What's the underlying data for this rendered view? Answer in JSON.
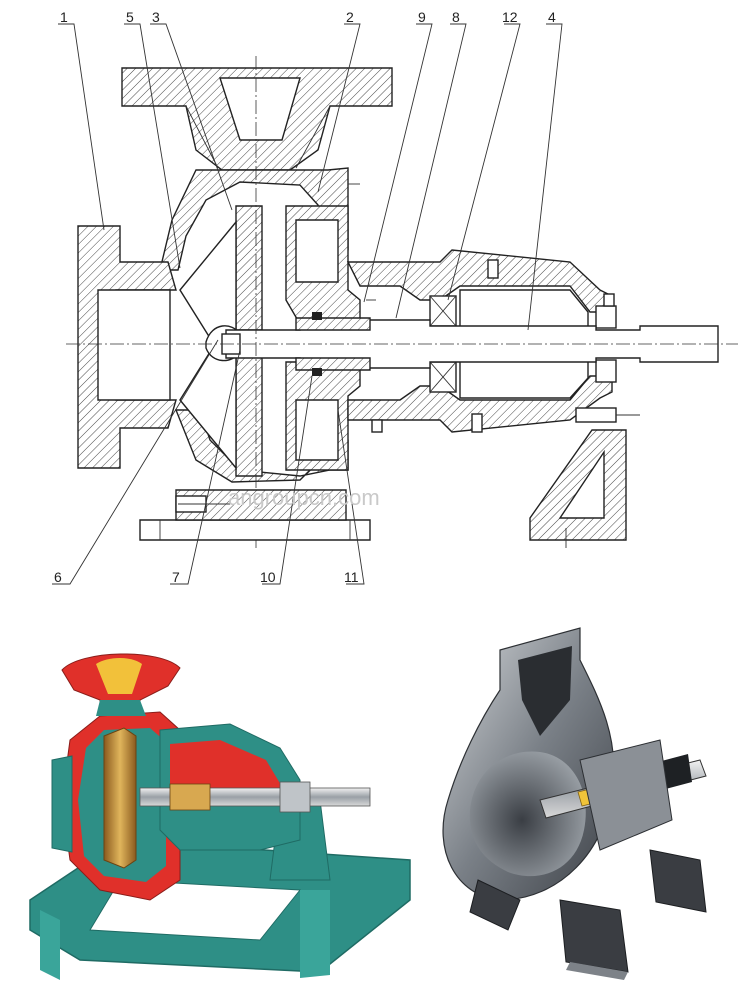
{
  "labels": {
    "top": [
      "1",
      "5",
      "3",
      "2",
      "9",
      "8",
      "12",
      "4"
    ],
    "bottom": [
      "6",
      "7",
      "10",
      "11"
    ]
  },
  "watermark": "angroupcn.com",
  "colors": {
    "drawing_line": "#222222",
    "photo_casing_red": "#e0302a",
    "photo_frame_teal": "#2e8f86",
    "photo_impeller_bronze": "#c99a3c",
    "render_metal_grey": "#6f7479"
  }
}
